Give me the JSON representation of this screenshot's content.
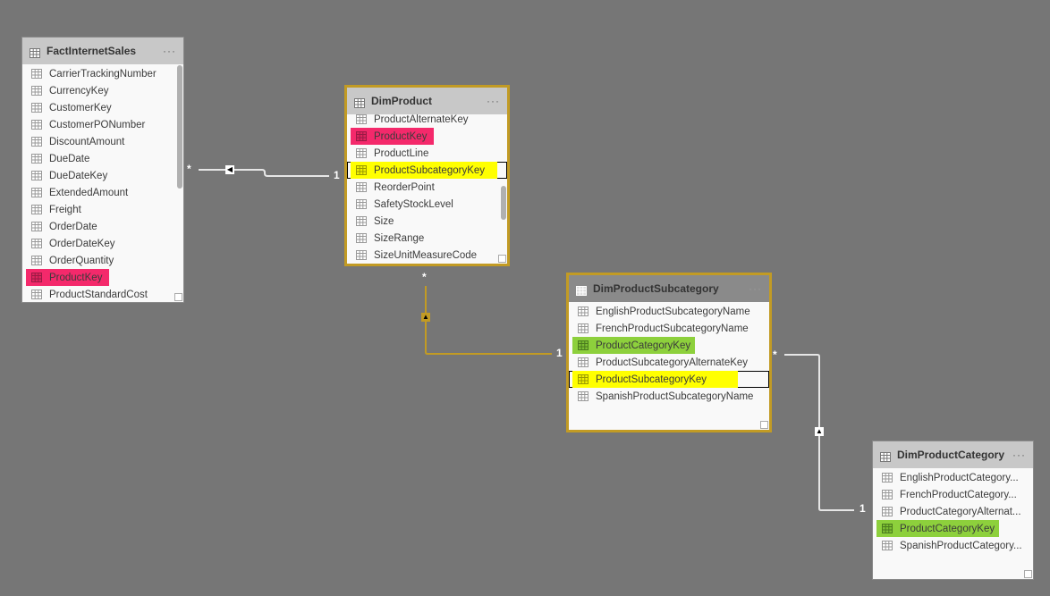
{
  "tables": [
    {
      "name": "FactInternetSales",
      "more": "···",
      "fields": [
        {
          "label": "CarrierTrackingNumber"
        },
        {
          "label": "CurrencyKey"
        },
        {
          "label": "CustomerKey"
        },
        {
          "label": "CustomerPONumber"
        },
        {
          "label": "DiscountAmount"
        },
        {
          "label": "DueDate"
        },
        {
          "label": "DueDateKey"
        },
        {
          "label": "ExtendedAmount"
        },
        {
          "label": "Freight"
        },
        {
          "label": "OrderDate"
        },
        {
          "label": "OrderDateKey"
        },
        {
          "label": "OrderQuantity"
        },
        {
          "label": "ProductKey",
          "highlight": "red"
        },
        {
          "label": "ProductStandardCost"
        }
      ]
    },
    {
      "name": "DimProduct",
      "more": "···",
      "selected": true,
      "fields": [
        {
          "label": "ProductAlternateKey"
        },
        {
          "label": "ProductKey",
          "highlight": "red"
        },
        {
          "label": "ProductLine"
        },
        {
          "label": "ProductSubcategoryKey",
          "highlight": "yellow",
          "boxed": true
        },
        {
          "label": "ReorderPoint"
        },
        {
          "label": "SafetyStockLevel"
        },
        {
          "label": "Size"
        },
        {
          "label": "SizeRange"
        },
        {
          "label": "SizeUnitMeasureCode"
        }
      ]
    },
    {
      "name": "DimProductSubcategory",
      "more": "···",
      "selected": true,
      "fields": [
        {
          "label": "EnglishProductSubcategoryName"
        },
        {
          "label": "FrenchProductSubcategoryName"
        },
        {
          "label": "ProductCategoryKey",
          "highlight": "green"
        },
        {
          "label": "ProductSubcategoryAlternateKey"
        },
        {
          "label": "ProductSubcategoryKey",
          "highlight": "yellow",
          "boxed": true
        },
        {
          "label": "SpanishProductSubcategoryName"
        }
      ]
    },
    {
      "name": "DimProductCategory",
      "more": "···",
      "fields": [
        {
          "label": "EnglishProductCategory..."
        },
        {
          "label": "FrenchProductCategory..."
        },
        {
          "label": "ProductCategoryAlternat..."
        },
        {
          "label": "ProductCategoryKey",
          "highlight": "green"
        },
        {
          "label": "SpanishProductCategory..."
        }
      ]
    }
  ],
  "relationships": [
    {
      "from": "FactInternetSales",
      "to": "DimProduct",
      "many": "*",
      "one": "1"
    },
    {
      "from": "DimProduct",
      "to": "DimProductSubcategory",
      "many": "*",
      "one": "1"
    },
    {
      "from": "DimProductSubcategory",
      "to": "DimProductCategory",
      "many": "*",
      "one": "1"
    }
  ],
  "colors": {
    "selected_border": "#c29b24",
    "red": "#f4296b",
    "yellow": "#ffff00",
    "green": "#8dd03c"
  }
}
